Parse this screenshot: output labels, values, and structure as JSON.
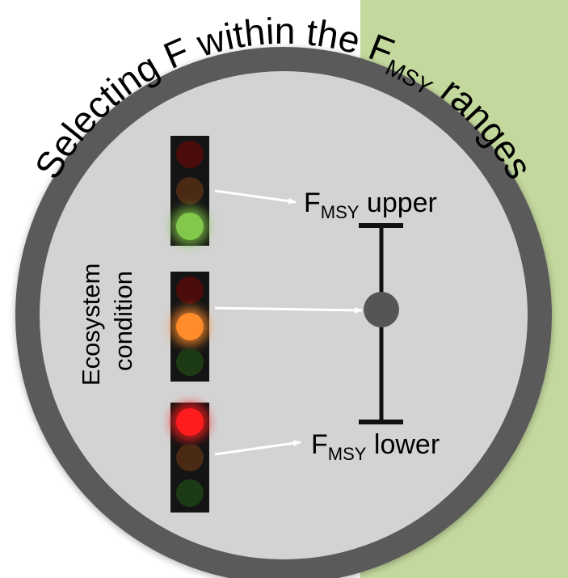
{
  "title": {
    "part1": "Selecting F within the F",
    "subscript": "MSY",
    "part2": " ranges"
  },
  "side_label": {
    "line1": "Ecosystem",
    "line2": "condition"
  },
  "labels": {
    "upper": {
      "main": "F",
      "sub": "MSY",
      "suffix": " upper"
    },
    "lower": {
      "main": "F",
      "sub": "MSY",
      "suffix": " lower"
    }
  },
  "traffic_lights": [
    {
      "name": "top",
      "active": "green"
    },
    {
      "name": "middle",
      "active": "amber"
    },
    {
      "name": "bottom",
      "active": "red"
    }
  ],
  "colors": {
    "green_panel": "#c3d89d",
    "ring": "#5a5a5a",
    "disc": "#d3d3d3",
    "red_on": "#ff1c1c",
    "red_off": "#4b0c0c",
    "amber_on": "#ff8c2a",
    "amber_off": "#4a2a14",
    "green_on": "#82c84a",
    "green_off": "#1d3a16"
  }
}
